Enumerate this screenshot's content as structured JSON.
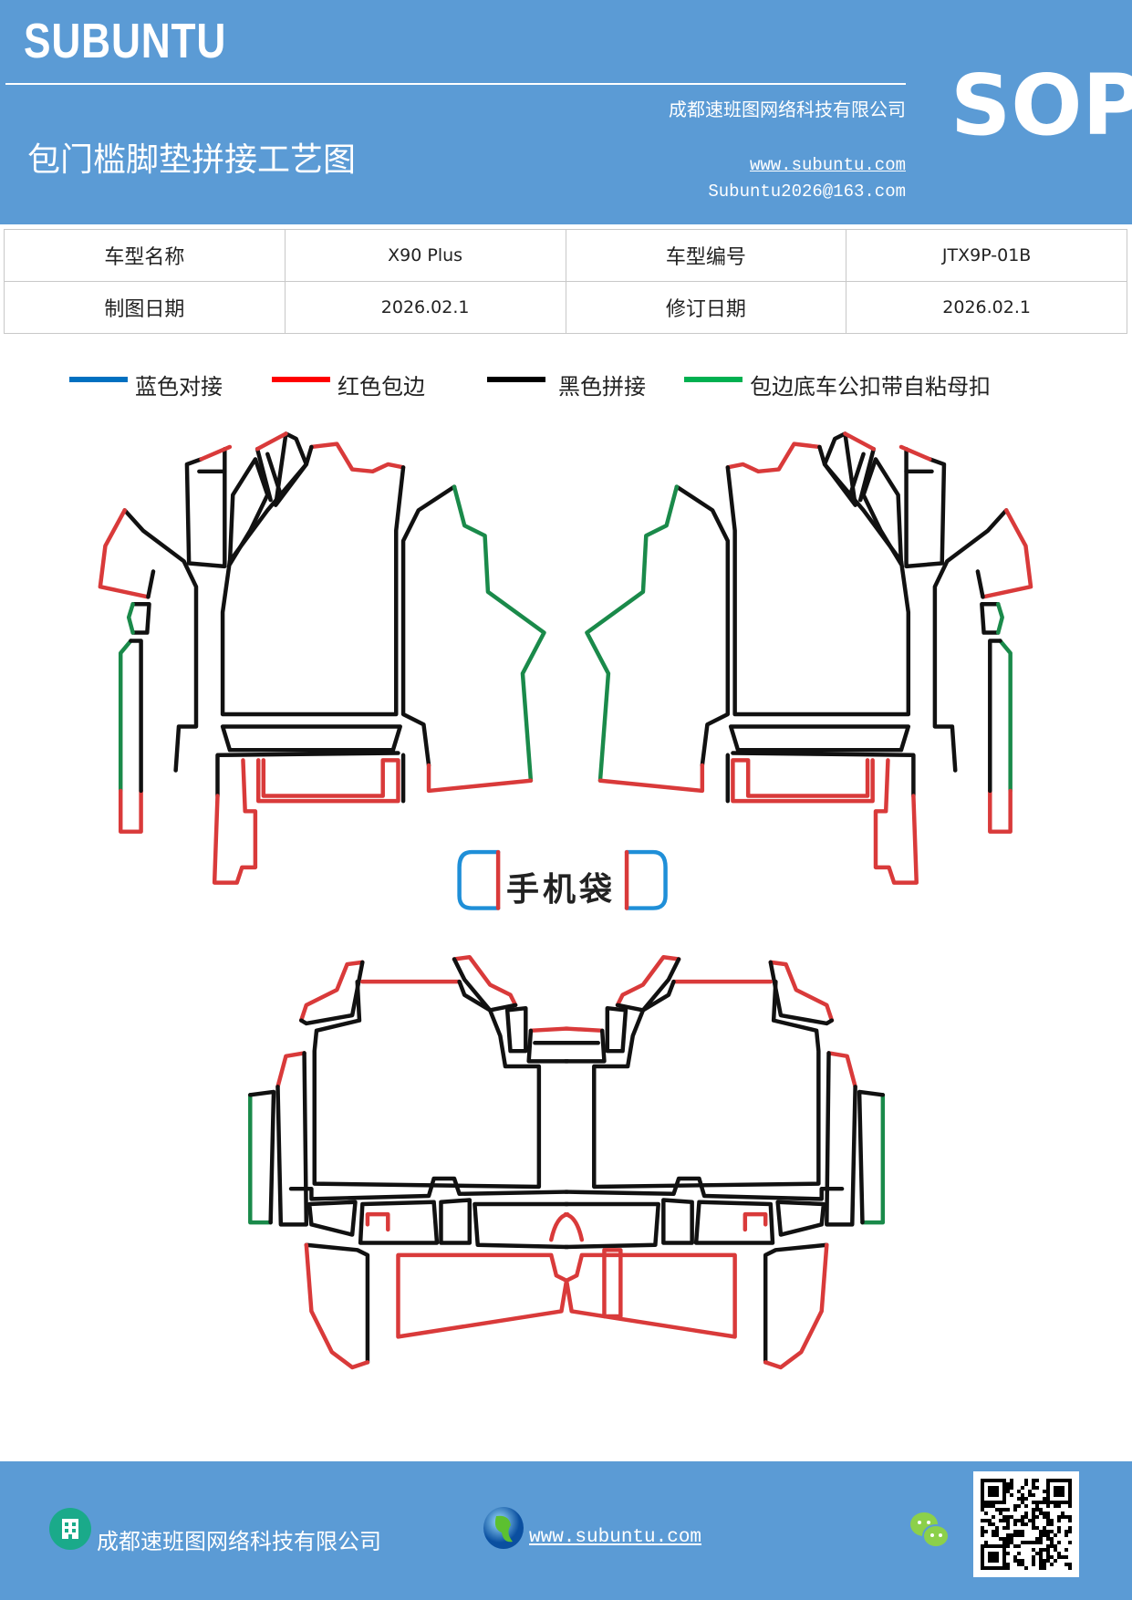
{
  "header": {
    "logo": "SUBUNTU",
    "company": "成都速班图网络科技有限公司",
    "title": "包门槛脚垫拼接工艺图",
    "website": "www.subuntu.com",
    "email": "Subuntu2026@163.com",
    "badge": "SOP"
  },
  "info_table": [
    [
      "车型名称",
      "X90 Plus",
      "车型编号",
      "JTX9P-01B"
    ],
    [
      "制图日期",
      "2026.02.1",
      "修订日期",
      "2026.02.1"
    ]
  ],
  "legend": [
    {
      "label": "蓝色对接",
      "color": "#0070c0"
    },
    {
      "label": "红色包边",
      "color": "#ff0000"
    },
    {
      "label": "黑色拼接",
      "color": "#000000"
    },
    {
      "label": "包边底车公扣带自粘母扣",
      "color": "#00b050"
    }
  ],
  "diagram": {
    "pocket_label": "手机袋",
    "colors": {
      "blue": "#1f8fd8",
      "red": "#d93a3a",
      "black": "#111111",
      "green": "#1a8a4a"
    }
  },
  "footer": {
    "company": "成都速班图网络科技有限公司",
    "website": "www.subuntu.com",
    "icons": [
      "building-icon",
      "globe-icon",
      "wechat-icon",
      "qr-code"
    ]
  }
}
